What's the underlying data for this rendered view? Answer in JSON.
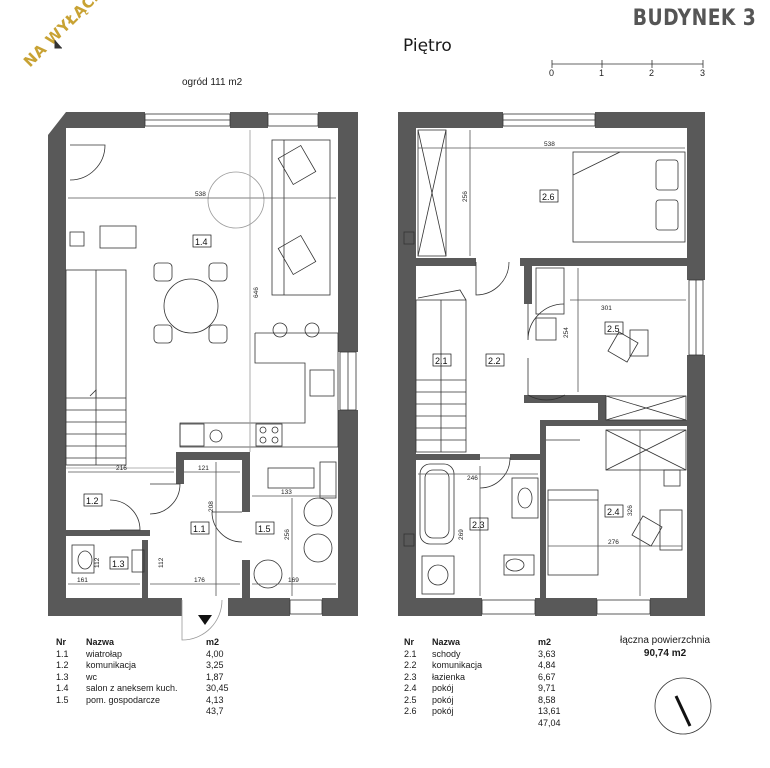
{
  "header": {
    "building": "BUDYNEK 3",
    "floor": "Piętro",
    "badge": "NA WYŁĄCZNOŚĆ",
    "garden": "ogród 111 m2"
  },
  "scale": {
    "ticks": [
      "0",
      "1",
      "2",
      "3"
    ]
  },
  "ground_rooms": [
    {
      "id": "1.1"
    },
    {
      "id": "1.2"
    },
    {
      "id": "1.3"
    },
    {
      "id": "1.4"
    },
    {
      "id": "1.5"
    }
  ],
  "upper_rooms": [
    {
      "id": "2.1"
    },
    {
      "id": "2.2"
    },
    {
      "id": "2.3"
    },
    {
      "id": "2.4"
    },
    {
      "id": "2.5"
    },
    {
      "id": "2.6"
    }
  ],
  "ground_dims": [
    "538",
    "646",
    "216",
    "121",
    "208",
    "133",
    "256",
    "112",
    "161",
    "176",
    "169",
    "112"
  ],
  "upper_dims": [
    "538",
    "256",
    "301",
    "254",
    "246",
    "269",
    "276",
    "326"
  ],
  "ground_legend": {
    "headers": [
      "Nr",
      "Nazwa",
      "m2"
    ],
    "rows": [
      [
        "1.1",
        "wiatrołap",
        "4,00"
      ],
      [
        "1.2",
        "komunikacja",
        "3,25"
      ],
      [
        "1.3",
        "wc",
        "1,87"
      ],
      [
        "1.4",
        "salon z aneksem kuch.",
        "30,45"
      ],
      [
        "1.5",
        "pom. gospodarcze",
        "4,13"
      ]
    ],
    "total": "43,7"
  },
  "upper_legend": {
    "headers": [
      "Nr",
      "Nazwa",
      "m2"
    ],
    "rows": [
      [
        "2.1",
        "schody",
        "3,63"
      ],
      [
        "2.2",
        "komunikacja",
        "4,84"
      ],
      [
        "2.3",
        "łazienka",
        "6,67"
      ],
      [
        "2.4",
        "pokój",
        "9,71"
      ],
      [
        "2.5",
        "pokój",
        "8,58"
      ],
      [
        "2.6",
        "pokój",
        "13,61"
      ]
    ],
    "total": "47,04"
  },
  "total_area": {
    "label": "łączna powierzchnia",
    "value": "90,74 m2"
  },
  "colors": {
    "wall": "#595959",
    "accent": "#c8a233",
    "line": "#333333",
    "light": "#9a9a9a"
  }
}
